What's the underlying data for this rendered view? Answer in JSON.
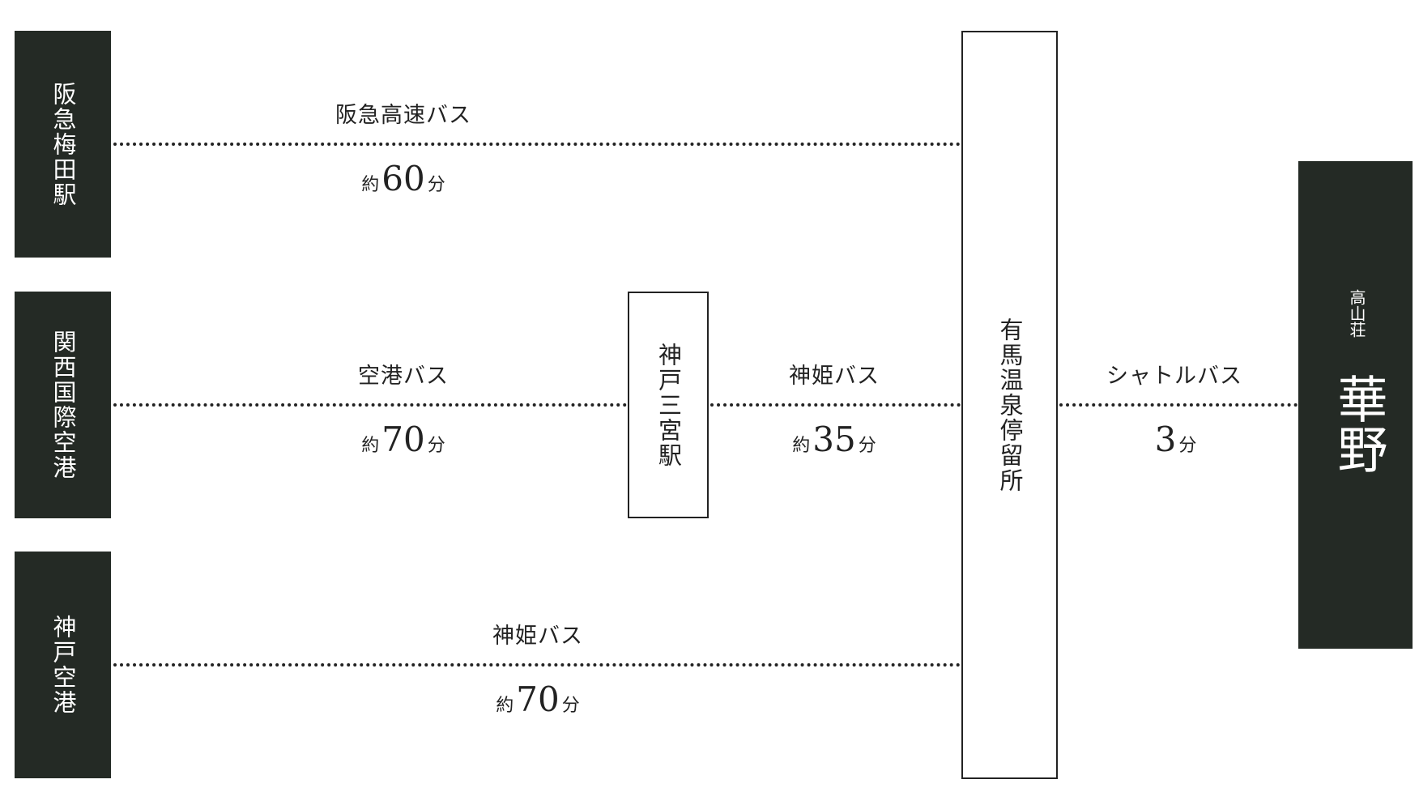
{
  "origins": [
    {
      "id": "umeda",
      "label": "阪急梅田駅"
    },
    {
      "id": "kix",
      "label": "関西国際空港"
    },
    {
      "id": "ukb",
      "label": "神戸空港"
    }
  ],
  "stations": {
    "sannomiya": "神戸三宮駅",
    "arima": "有馬温泉停留所"
  },
  "routes": [
    {
      "id": "umeda-arima",
      "name": "阪急高速バス",
      "time_prefix": "約",
      "minutes": "60",
      "unit": "分"
    },
    {
      "id": "kix-sannomiya",
      "name": "空港バス",
      "time_prefix": "約",
      "minutes": "70",
      "unit": "分"
    },
    {
      "id": "sannomiya-arima",
      "name": "神姫バス",
      "time_prefix": "約",
      "minutes": "35",
      "unit": "分"
    },
    {
      "id": "arima-hotel",
      "name": "シャトルバス",
      "time_prefix": "",
      "minutes": "3",
      "unit": "分"
    },
    {
      "id": "ukb-arima",
      "name": "神姫バス",
      "time_prefix": "約",
      "minutes": "70",
      "unit": "分"
    }
  ],
  "destination": {
    "logo_text": "高山荘 華野",
    "logo_sub": "高山荘",
    "logo_main": "華野"
  },
  "colors": {
    "dark_box": "#242a25",
    "line": "#222222"
  }
}
